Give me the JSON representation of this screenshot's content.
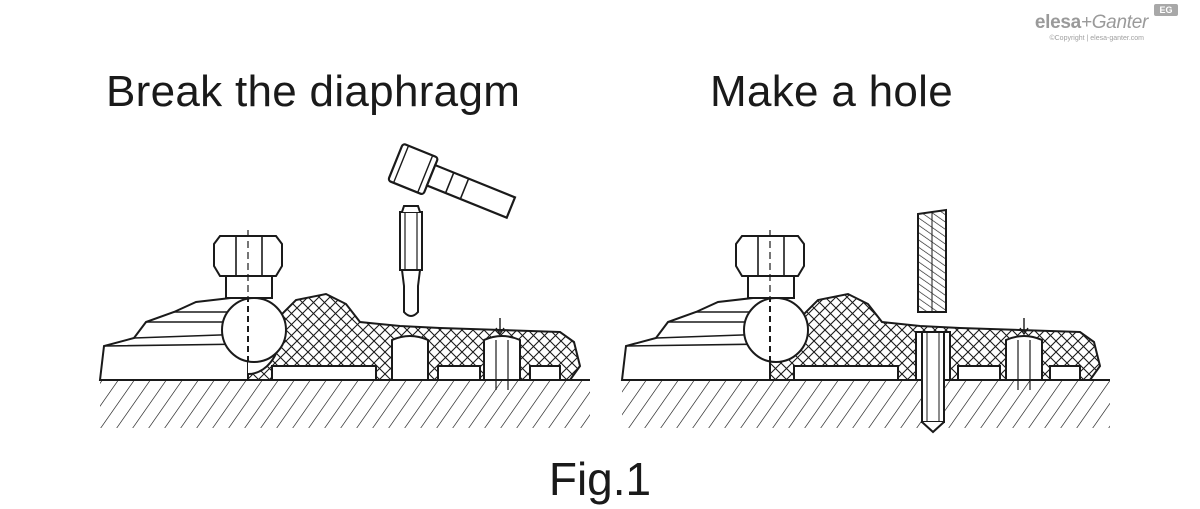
{
  "headings": {
    "left": "Break the diaphragm",
    "right": "Make a hole"
  },
  "caption": "Fig.1",
  "logo": {
    "brand_left": "elesa",
    "brand_right": "+Ganter",
    "badge": "EG",
    "copyright": "©Copyright | elesa-ganter.com"
  }
}
